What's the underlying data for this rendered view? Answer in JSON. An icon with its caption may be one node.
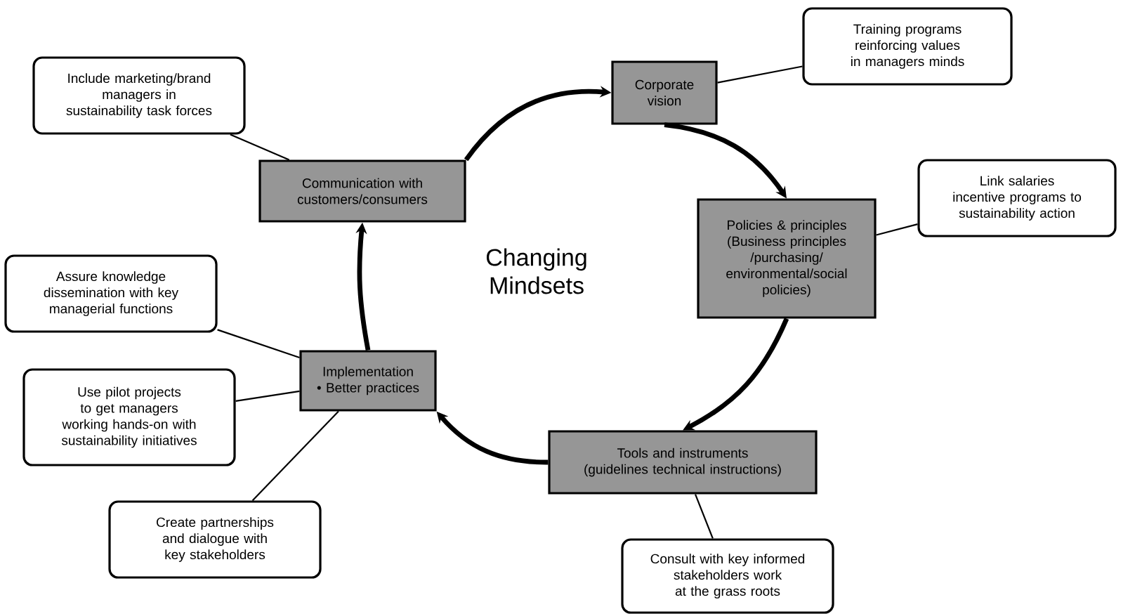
{
  "diagram": {
    "nodes": [
      {
        "text": [
          "Corporate vision"
        ]
      },
      {
        "text": [
          "Policies & principles (Business principles /purchasing/ environmental/social policies)"
        ]
      },
      {
        "text": [
          "Tools and instruments (guidelines technical instructions)"
        ]
      },
      {
        "text": [
          "Implementation",
          "• Better practices"
        ]
      },
      {
        "text": [
          "Communication with customers/consumers"
        ]
      },
      {
        "text": [
          "Training programs reinforcing values in managers minds"
        ]
      },
      {
        "text": [
          "Link salaries incentive programs to sustainability action"
        ]
      },
      {
        "text": [
          "Consult with key informed stakeholders work at the grass roots"
        ]
      },
      {
        "text": [
          "Include marketing/brand managers in sustainability task forces"
        ]
      },
      {
        "text": [
          "Assure knowledge dissemination with key managerial functions"
        ]
      },
      {
        "text": [
          "Use pilot projects to get managers working hands-on with sustainability initiatives"
        ]
      },
      {
        "text": [
          "Create partnerships and dialogue with key stakeholders"
        ]
      }
    ],
    "edges": [
      {
        "from": 4,
        "to": 0,
        "arrow": "to",
        "style": "thick"
      },
      {
        "from": 0,
        "to": 1,
        "arrow": "to",
        "style": "thick"
      },
      {
        "from": 1,
        "to": 2,
        "arrow": "to",
        "style": "thick"
      },
      {
        "from": 2,
        "to": 3,
        "arrow": "to",
        "style": "thick"
      },
      {
        "from": 3,
        "to": 4,
        "arrow": "to",
        "style": "thick"
      },
      {
        "from": 0,
        "to": 5,
        "arrow": "none"
      },
      {
        "from": 1,
        "to": 6,
        "arrow": "none"
      },
      {
        "from": 2,
        "to": 7,
        "arrow": "none"
      },
      {
        "from": 4,
        "to": 8,
        "arrow": "none"
      },
      {
        "from": 3,
        "to": 9,
        "arrow": "none"
      },
      {
        "from": 3,
        "to": 10,
        "arrow": "none"
      },
      {
        "from": 3,
        "to": 11,
        "arrow": "none"
      }
    ],
    "labels": [
      "Changing Mindsets"
    ]
  }
}
